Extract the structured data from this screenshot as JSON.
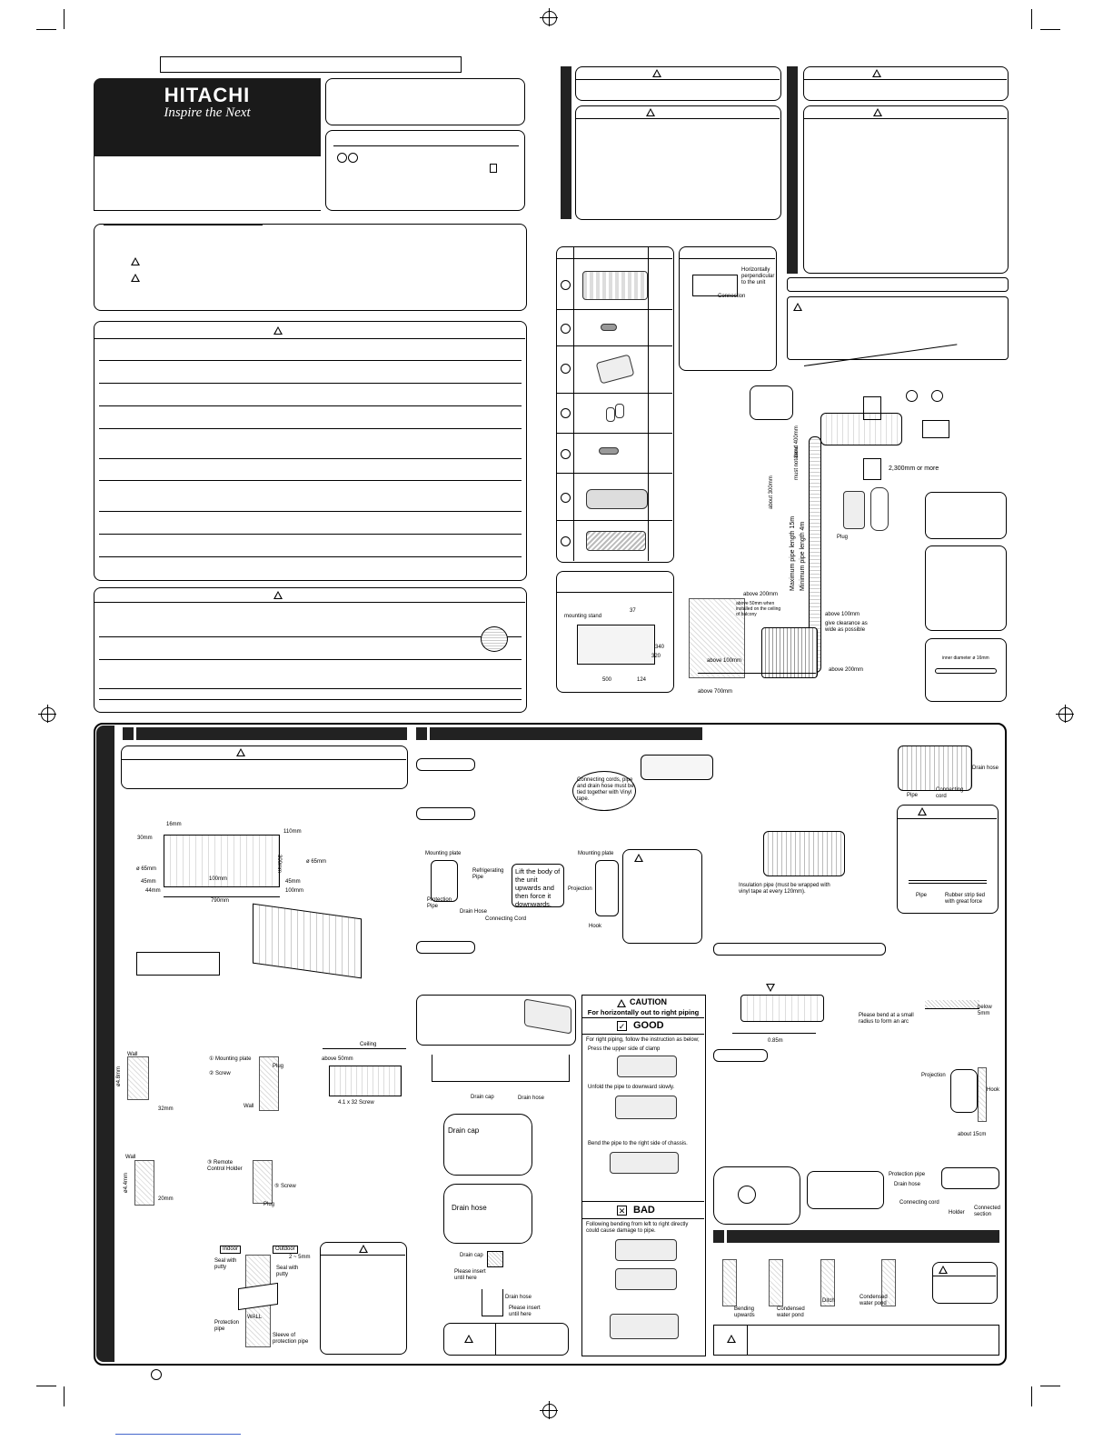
{
  "brand": {
    "name": "HITACHI",
    "tagline": "Inspire the Next"
  },
  "diagram_labels": {
    "connection": "Connection",
    "horizontally_perpendicular": "Horizontally perpendicular to the unit",
    "mounting_stand": "mounting stand",
    "dim_500": "500",
    "dim_37": "37",
    "dim_340": "340",
    "dim_320": "320",
    "dim_124": "124",
    "must_not_bend": "must not bend",
    "about_300mm": "about 300mm",
    "about_400mm": "about 400mm",
    "max_pipe_length": "Maximum pipe length 15m",
    "min_pipe_length": "Minimum pipe length 4m",
    "height_2300": "2,300mm or more",
    "plug": "Plug",
    "above_200mm_a": "above 200mm",
    "above_50mm_balcony": "above 50mm when installed on the ceiling of balcony",
    "above_100mm_a": "above 100mm",
    "give_clearance": "give clearance as wide as possible",
    "above_100mm_b": "above 100mm",
    "above_200mm_b": "above 200mm",
    "above_700mm": "above 700mm",
    "inner_diameter": "inner diameter ø 16mm",
    "dim_16mm": "16mm",
    "dim_30mm": "30mm",
    "dim_110mm": "110mm",
    "dim_300mm": "300mm",
    "phi65_left": "ø 65mm",
    "phi65_right": "ø 65mm",
    "dim_45mm_left": "45mm",
    "dim_44mm": "44mm",
    "dim_100mm_center": "100mm",
    "dim_45mm_right": "45mm",
    "dim_100mm_right": "100mm",
    "dim_790mm": "790mm",
    "wall": "Wall",
    "phi48": "ø4.8mm",
    "dim_32mm": "32mm",
    "mounting_plate_1": "① Mounting plate",
    "screw_2": "② Screw",
    "plug_b": "Plug",
    "wall_b": "Wall",
    "ceiling": "Ceiling",
    "above_50mm": "above 50mm",
    "screw_spec": "4.1 x 32 Screw",
    "phi44": "ø4.4mm",
    "dim_20mm": "20mm",
    "remote_holder_3": "③ Remote Control Holder",
    "screw_5": "⑤ Screw",
    "plug_c": "Plug",
    "indoor": "Indoor",
    "outdoor": "Outdoor",
    "seal_putty_left": "Seal with putty",
    "seal_putty_right": "Seal with putty",
    "gap_2_5mm": "2 ~ 5mm",
    "wall_c": "WALL",
    "protection_pipe_a": "Protection pipe",
    "sleeve": "Sleeve of protection pipe",
    "tie_note": "Connecting cords, pipe and drain hose must be tied together with Vinyl tape.",
    "mounting_plate_a": "Mounting plate",
    "refrigerating_pipe": "Refrigerating Pipe",
    "protection_pipe_b": "Protection Pipe",
    "drain_hose_a": "Drain Hose",
    "connecting_cord_a": "Connecting Cord",
    "lift_note": "Lift the body of the unit upwards and then force it downwards.",
    "mounting_plate_b": "Mounting plate",
    "projection_a": "Projection",
    "hook_a": "Hook",
    "insulation_note": "Insulation pipe (must be wrapped with vinyl tape at every 120mm).",
    "pipe_a": "Pipe",
    "connecting_cord_b": "Connecting cord",
    "drain_hose_b": "Drain hose",
    "pipe_b": "Pipe",
    "rubber_strip": "Rubber strip tied with great force",
    "drain_cap_a": "Drain cap",
    "drain_hose_c": "Drain hose",
    "drain_cap_b": "Drain cap",
    "drain_hose_d": "Drain hose",
    "drain_cap_c": "Drain cap",
    "insert_a": "Please insert until here",
    "drain_hose_e": "Drain hose",
    "insert_b": "Please insert until here",
    "caution_title": "CAUTION",
    "caution_sub": "For horizontally out to right piping",
    "good": "GOOD",
    "good_intro": "For right piping, follow the instruction as below;",
    "good_step1": "Press the upper side of clamp",
    "good_step2": "Unfold the pipe to downward slowly.",
    "good_step3": "Bend the pipe to the right side of chassis.",
    "bad": "BAD",
    "bad_text": "Following bending from left to right directly could cause damage to pipe.",
    "dim_085m": "0.85m",
    "bend_arc": "Please bend at a small radius to form an arc",
    "below_5mm": "below 5mm",
    "projection_b": "Projection",
    "hook_b": "Hook",
    "about_15cm": "about 15cm",
    "protection_pipe_c": "Protection pipe",
    "drain_hose_f": "Drain hose",
    "connecting_cord_c": "Connecting cord",
    "holder": "Holder",
    "connected_section": "Connected section",
    "bending_upwards": "Bending upwards",
    "condensed_pond_a": "Condensed water pond",
    "ditch": "Ditch",
    "condensed_pond_b": "Condensed water pond"
  },
  "colors": {
    "dark_bar": "#222222",
    "header_black": "#1a1a1a"
  }
}
